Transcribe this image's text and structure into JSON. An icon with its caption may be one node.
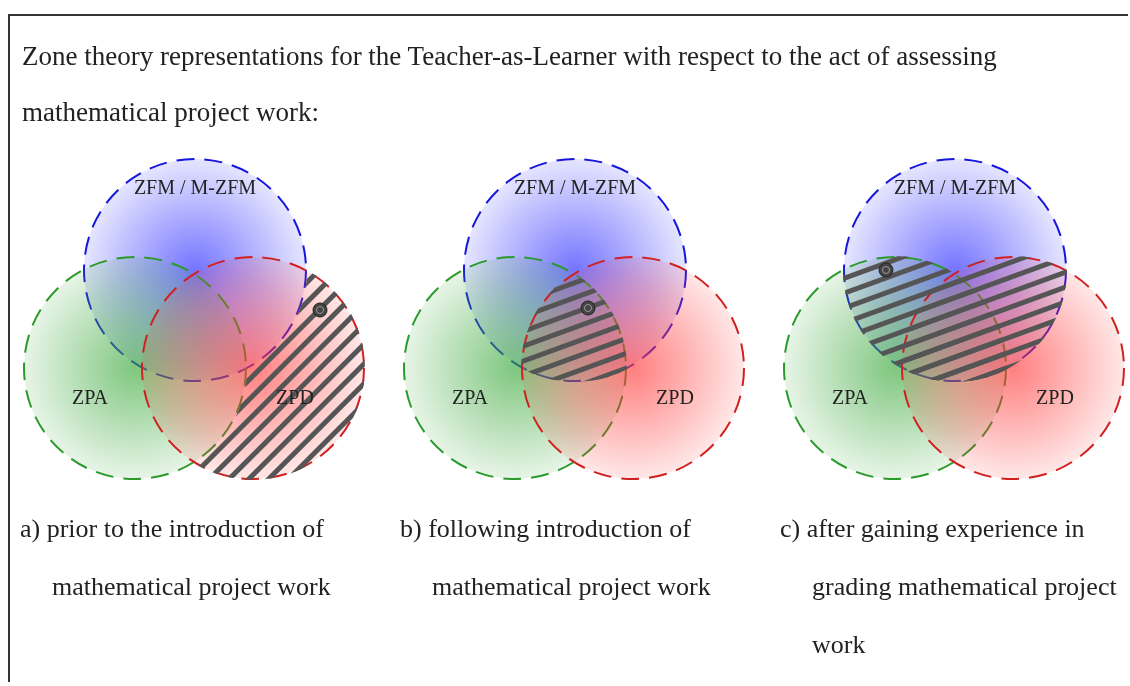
{
  "diagram": {
    "title": "Zone theory representations for the Teacher-as-Learner with respect to the act of assessing mathematical project work:",
    "nodes": [
      {
        "text": [
          "ZFM / M-ZFM"
        ]
      },
      {
        "text": [
          "ZPA"
        ]
      },
      {
        "text": [
          "ZPD"
        ]
      },
      {
        "text": [
          "ZFM / M-ZFM"
        ]
      },
      {
        "text": [
          "ZPA"
        ]
      },
      {
        "text": [
          "ZPD"
        ]
      },
      {
        "text": [
          "ZFM / M-ZFM"
        ]
      },
      {
        "text": [
          "ZPA"
        ]
      },
      {
        "text": [
          "ZPD"
        ]
      }
    ],
    "edges": [],
    "labels": [
      "a) prior to the introduction of mathematical project work",
      "b) following introduction of mathematical project work",
      "c) after gaining experience in grading mathematical project work"
    ]
  }
}
